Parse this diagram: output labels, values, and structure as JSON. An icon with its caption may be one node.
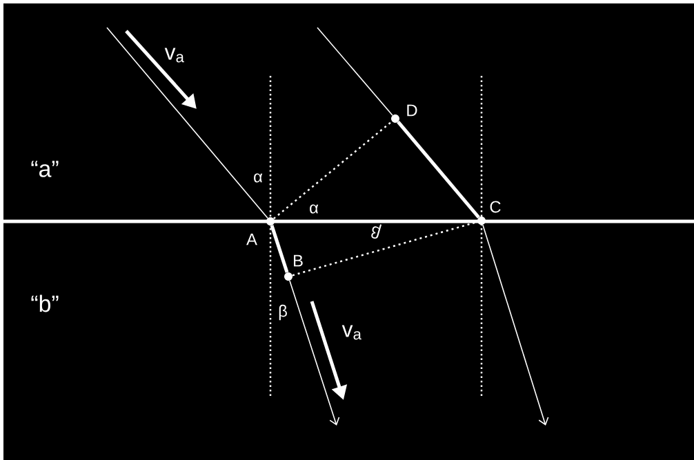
{
  "diagram": {
    "nodes": [
      {
        "text": [],
        "shape": "circle",
        "beside": [
          "A"
        ]
      },
      {
        "text": [],
        "shape": "circle",
        "beside": [
          "B"
        ]
      },
      {
        "text": [],
        "shape": "circle",
        "beside": [
          "C"
        ]
      },
      {
        "text": [],
        "shape": "circle",
        "beside": [
          "D"
        ]
      }
    ],
    "edges": [
      {
        "from": null,
        "to": 0,
        "arrow": "none"
      },
      {
        "from": 0,
        "to": 1,
        "arrow": "none",
        "style": "thick"
      },
      {
        "from": 1,
        "to": null,
        "arrow": "to"
      },
      {
        "from": null,
        "to": 3,
        "arrow": "none"
      },
      {
        "from": 3,
        "to": 2,
        "arrow": "none",
        "style": "thick"
      },
      {
        "from": 2,
        "to": null,
        "arrow": "to"
      },
      {
        "from": 0,
        "to": 3,
        "arrow": "none",
        "style": "dashed"
      },
      {
        "from": 1,
        "to": 2,
        "arrow": "none",
        "style": "dashed"
      }
    ],
    "labels": [
      "“a”",
      "“b”",
      "v$_{a}$",
      "α",
      "α",
      "β",
      "β",
      "v$_{a}$"
    ]
  }
}
